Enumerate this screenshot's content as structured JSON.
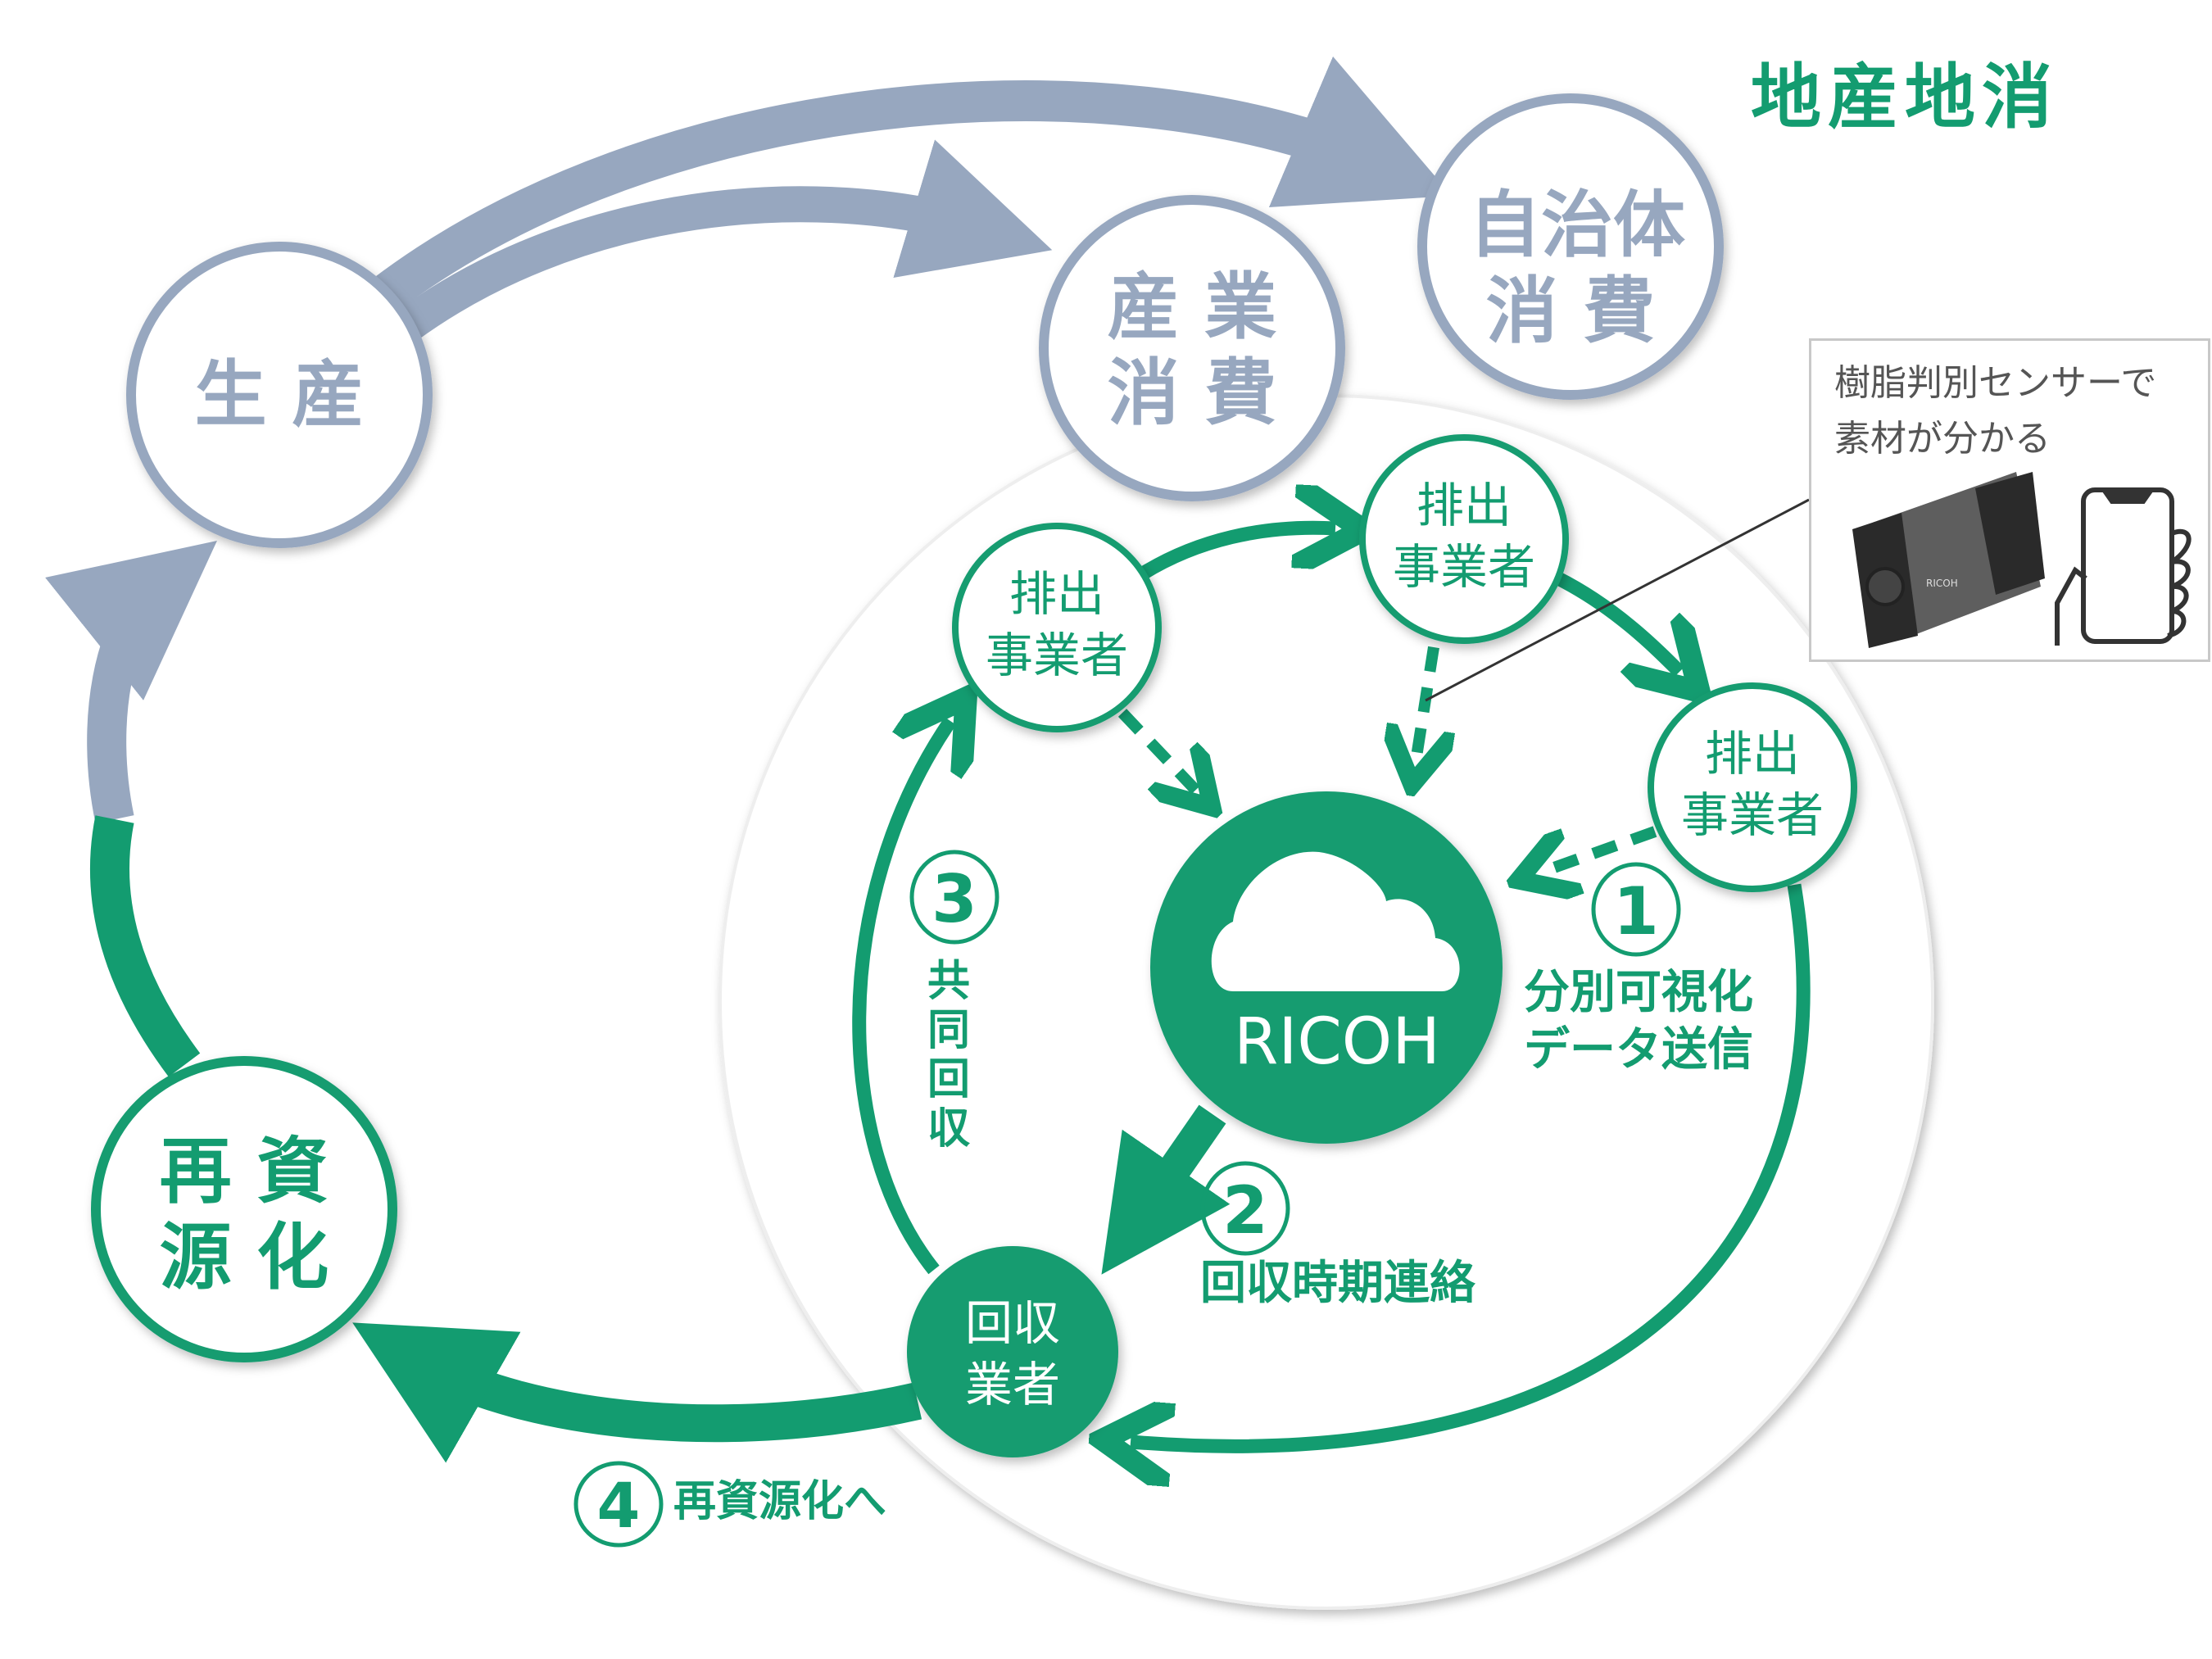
{
  "title": "地産地消",
  "outer_nodes": {
    "production": "生 産",
    "industry": [
      "産 業",
      "消 費"
    ],
    "municipality": [
      "自治体",
      "消 費"
    ],
    "recycling": [
      "再 資",
      "源 化"
    ]
  },
  "inner_nodes": {
    "emitter": [
      "排出",
      "事業者"
    ],
    "cloud_label": "RICOH",
    "collector": [
      "回収",
      "業者"
    ]
  },
  "steps": [
    {
      "num": "1",
      "lines": [
        "分別可視化",
        "データ送信"
      ]
    },
    {
      "num": "2",
      "lines": [
        "回収時期連絡"
      ]
    },
    {
      "num": "3",
      "lines": [
        "共",
        "同",
        "回",
        "収"
      ]
    },
    {
      "num": "4",
      "lines": [
        "再資源化へ"
      ]
    }
  ],
  "sensor_callout": {
    "lines": [
      "樹脂判別センサーで",
      "素材が分かる"
    ],
    "device_brand": "RICOH"
  },
  "colors": {
    "green": "#139c70",
    "gray": "#97a7bf"
  }
}
